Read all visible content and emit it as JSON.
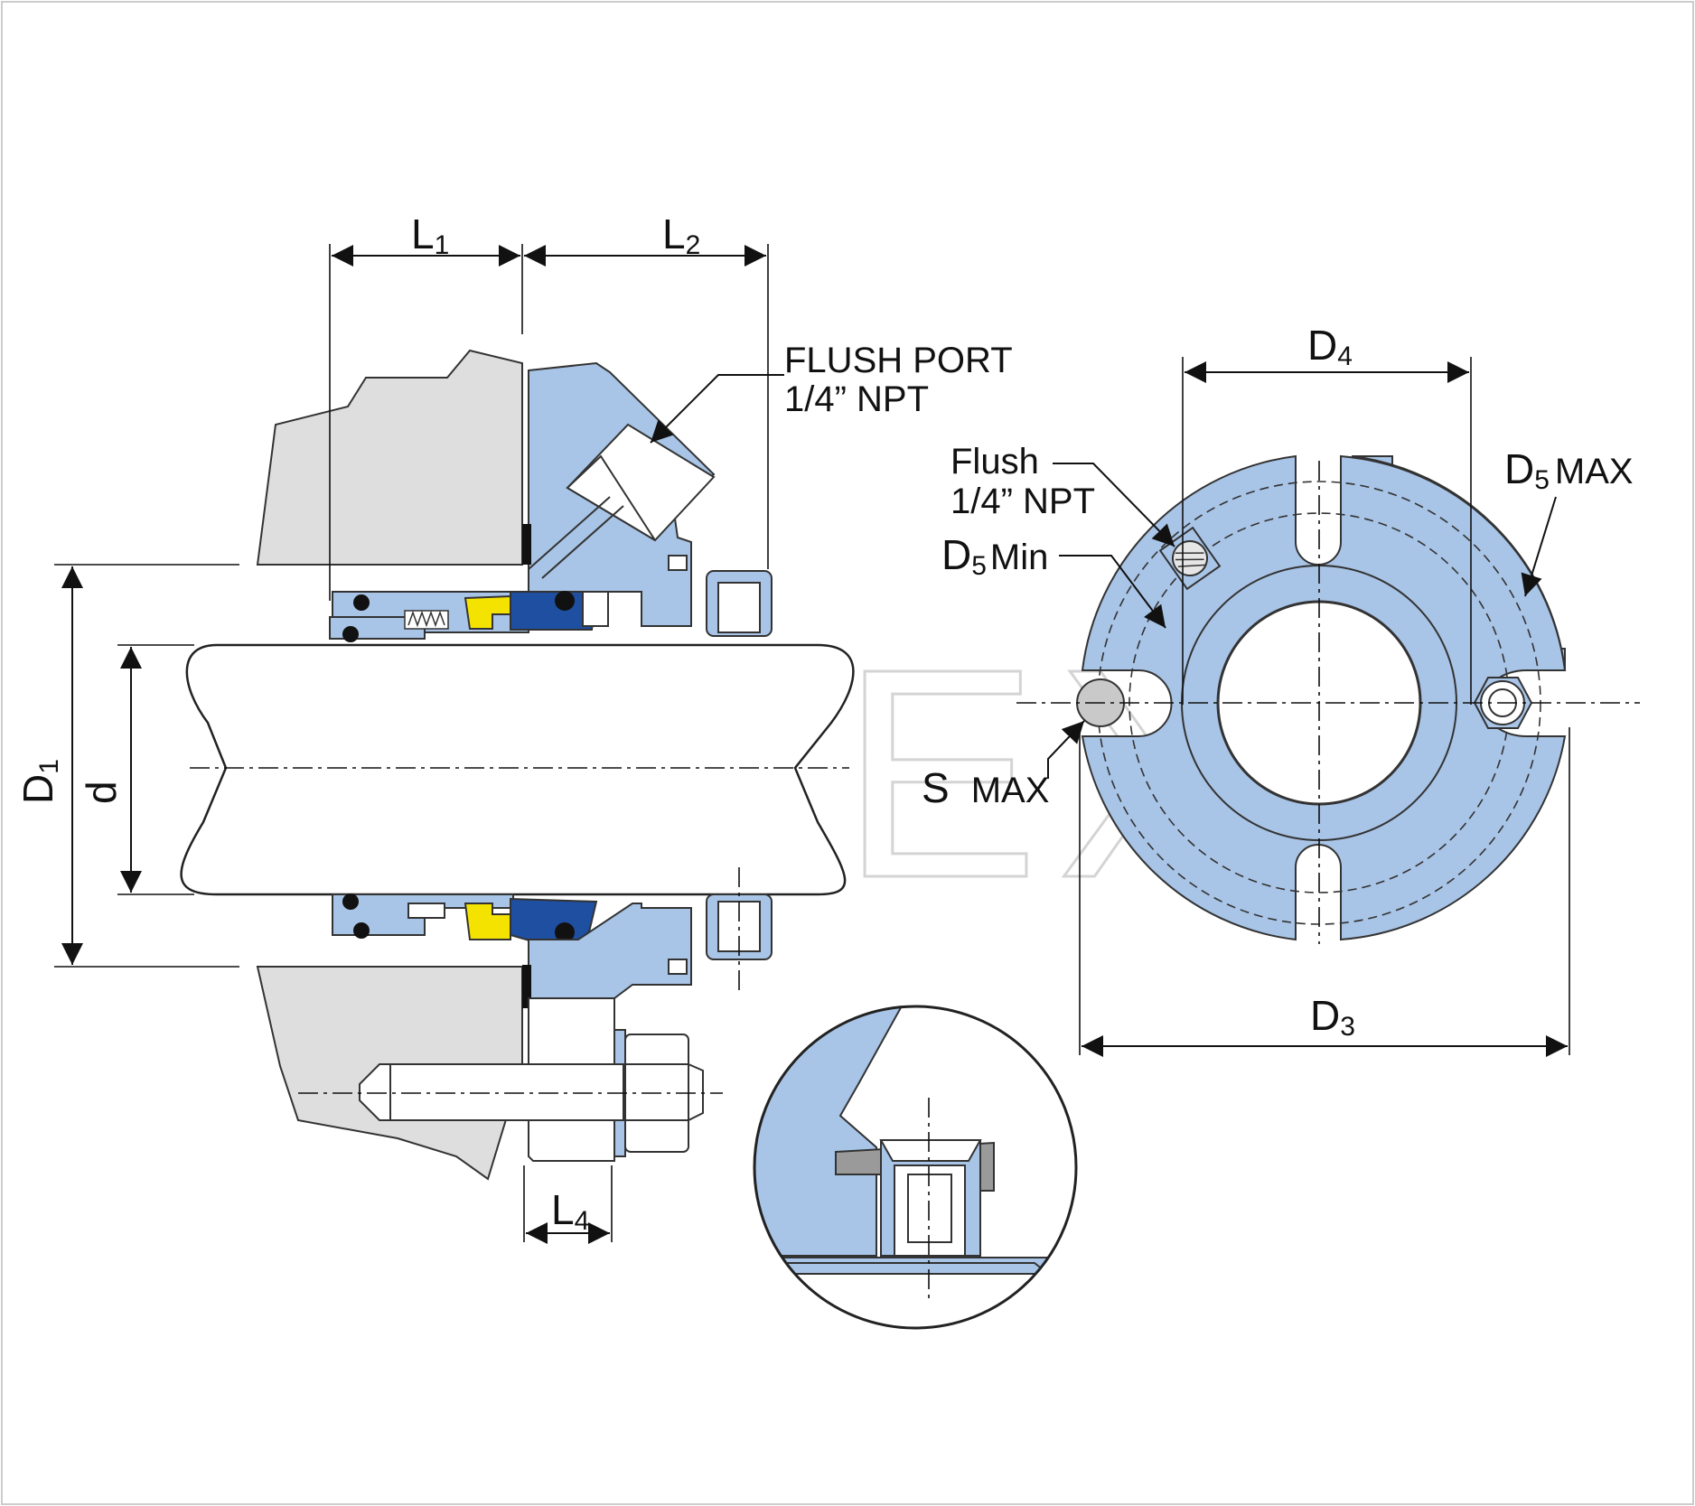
{
  "dimension_labels": {
    "L1": {
      "main": "L",
      "sub": "1"
    },
    "L2": {
      "main": "L",
      "sub": "2"
    },
    "L4": {
      "main": "L",
      "sub": "4"
    },
    "D1": {
      "main": "D",
      "sub": "1"
    },
    "d": "d",
    "D3": {
      "main": "D",
      "sub": "3"
    },
    "D4": {
      "main": "D",
      "sub": "4"
    },
    "D5max": {
      "main": "D",
      "sub": "5",
      "suffix": "MAX"
    },
    "D5min": {
      "main": "D",
      "sub": "5",
      "suffix": "Min"
    },
    "Smax": {
      "main": "S",
      "suffix": "MAX"
    }
  },
  "callouts": {
    "flush_port_line1": "FLUSH PORT",
    "flush_port_line2": "1/4” NPT",
    "flush_line1": "Flush",
    "flush_line2": "1/4” NPT"
  },
  "watermark": "ABEX",
  "colors": {
    "part_blue": "#a8c4e6",
    "seal_face_blue": "#1f4fa0",
    "spring_yellow": "#f4e300",
    "housing_grey": "#dedede",
    "oring_black": "#111111"
  }
}
